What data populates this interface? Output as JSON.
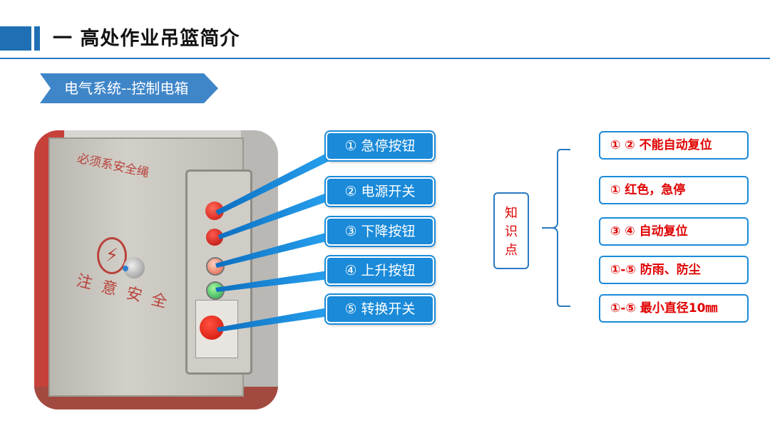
{
  "header": {
    "title": "一  高处作业吊篮简介"
  },
  "section_tag": "电气系统--控制电箱",
  "photo": {
    "door_text_1": "必须系安全绳",
    "door_text_2": "注意安全",
    "warning_symbol": "⚡"
  },
  "callouts": [
    "① 急停按钮",
    "② 电源开关",
    "③ 下降按钮",
    "④ 上升按钮",
    "⑤ 转换开关"
  ],
  "knowledge_label": "知识点",
  "knowledge_points": [
    "① ② 不能自动复位",
    "① 红色，急停",
    "③ ④ 自动复位",
    "①-⑤ 防雨、防尘",
    "①-⑤ 最小直径10㎜"
  ],
  "colors": {
    "primary_blue": "#1f6fb4",
    "label_blue": "#1a8ad9",
    "note_red": "#e00000"
  }
}
